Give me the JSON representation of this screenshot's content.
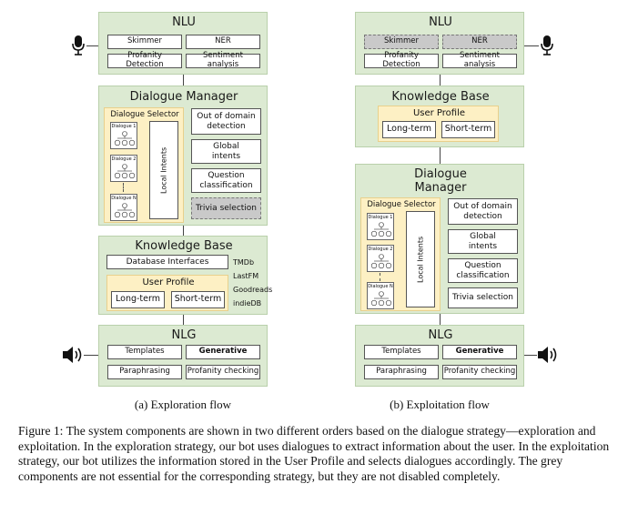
{
  "left": {
    "nlu": {
      "title": "NLU",
      "items": [
        "Skimmer",
        "NER",
        "Profanity Detection",
        "Sentiment analysis"
      ]
    },
    "dm": {
      "title": "Dialogue Manager",
      "selector": "Dialogue Selector",
      "dialogs": [
        "Dialogue 1",
        "Dialogue 2",
        "Dialogue N"
      ],
      "local": "Local Intents",
      "right": [
        "Out of domain detection",
        "Global intents",
        "Question classification",
        "Trivia selection"
      ]
    },
    "kb": {
      "title": "Knowledge Base",
      "db": "Database Interfaces",
      "profile": "User Profile",
      "long": "Long-term",
      "short": "Short-term",
      "sources": [
        "TMDb",
        "LastFM",
        "Goodreads",
        "indieDB"
      ]
    },
    "nlg": {
      "title": "NLG",
      "items": [
        "Templates",
        "Generative",
        "Paraphrasing",
        "Profanity checking"
      ]
    },
    "caption": "(a) Exploration flow"
  },
  "right": {
    "nlu": {
      "title": "NLU",
      "items": [
        "Skimmer",
        "NER",
        "Profanity Detection",
        "Sentiment analysis"
      ]
    },
    "kb": {
      "title": "Knowledge Base",
      "profile": "User Profile",
      "long": "Long-term",
      "short": "Short-term"
    },
    "dm": {
      "title1": "Dialogue",
      "title2": "Manager",
      "selector": "Dialogue Selector",
      "dialogs": [
        "Dialogue 1",
        "Dialogue 2",
        "Dialogue N"
      ],
      "local": "Local Intents",
      "right": [
        "Out of domain detection",
        "Global intents",
        "Question classification",
        "Trivia selection"
      ]
    },
    "nlg": {
      "title": "NLG",
      "items": [
        "Templates",
        "Generative",
        "Paraphrasing",
        "Profanity checking"
      ]
    },
    "caption": "(b) Exploitation flow"
  },
  "figure_caption": "Figure 1: The system components are shown in two different orders based on the dialogue strategy—exploration and exploitation. In the exploration strategy, our bot uses dialogues to extract information about the user. In the exploitation strategy, our bot utilizes the information stored in the User Profile and selects dialogues accordingly. The grey components are not essential for the corresponding strategy, but they are not disabled completely.",
  "icons": {
    "mic": "microphone-icon",
    "speaker": "speaker-icon"
  },
  "colors": {
    "panel": "#dcead2",
    "highlight": "#fdf0c4",
    "disabled": "#c9c9c9"
  }
}
